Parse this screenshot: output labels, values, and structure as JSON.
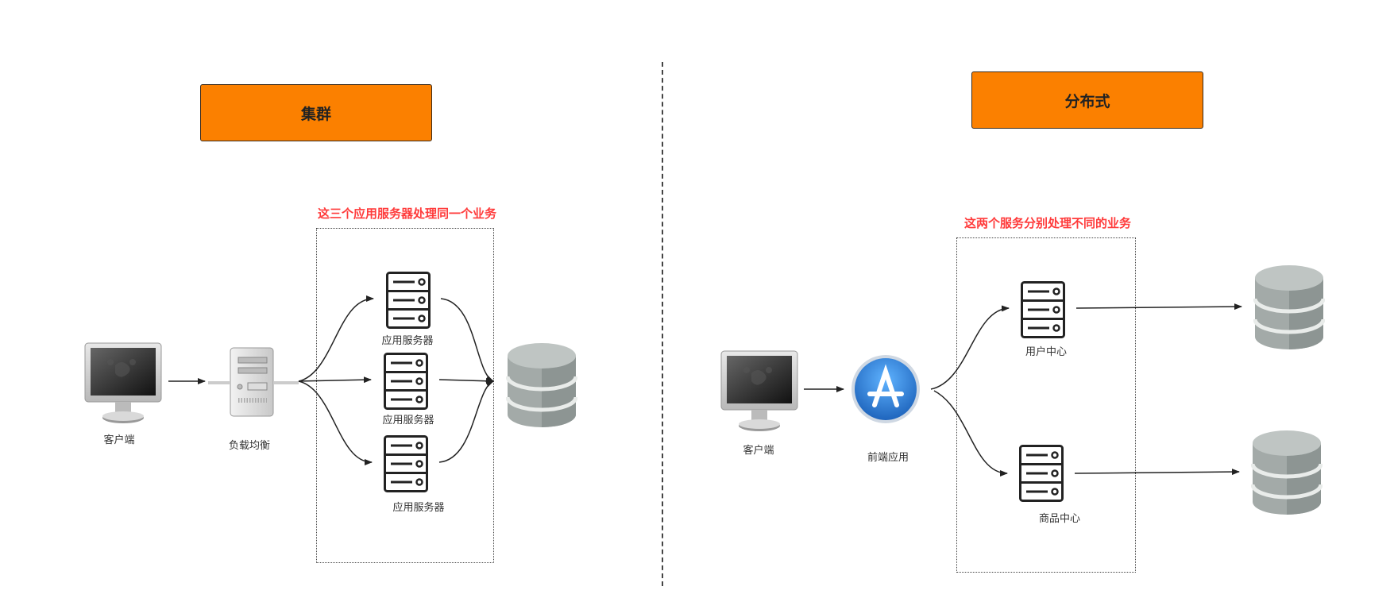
{
  "cluster": {
    "title": "集群",
    "note": "这三个应用服务器处理同一个业务",
    "client_label": "客户端",
    "lb_label": "负载均衡",
    "servers": [
      "应用服务器",
      "应用服务器",
      "应用服务器"
    ]
  },
  "distributed": {
    "title": "分布式",
    "note": "这两个服务分别处理不同的业务",
    "client_label": "客户端",
    "frontend_label": "前端应用",
    "services": [
      "用户中心",
      "商品中心"
    ]
  },
  "colors": {
    "title_fill": "#fb8000",
    "note_text": "#ff3b3b",
    "db_gray": "#a3aaa8",
    "appstore_blue": "#2e7fd9"
  }
}
